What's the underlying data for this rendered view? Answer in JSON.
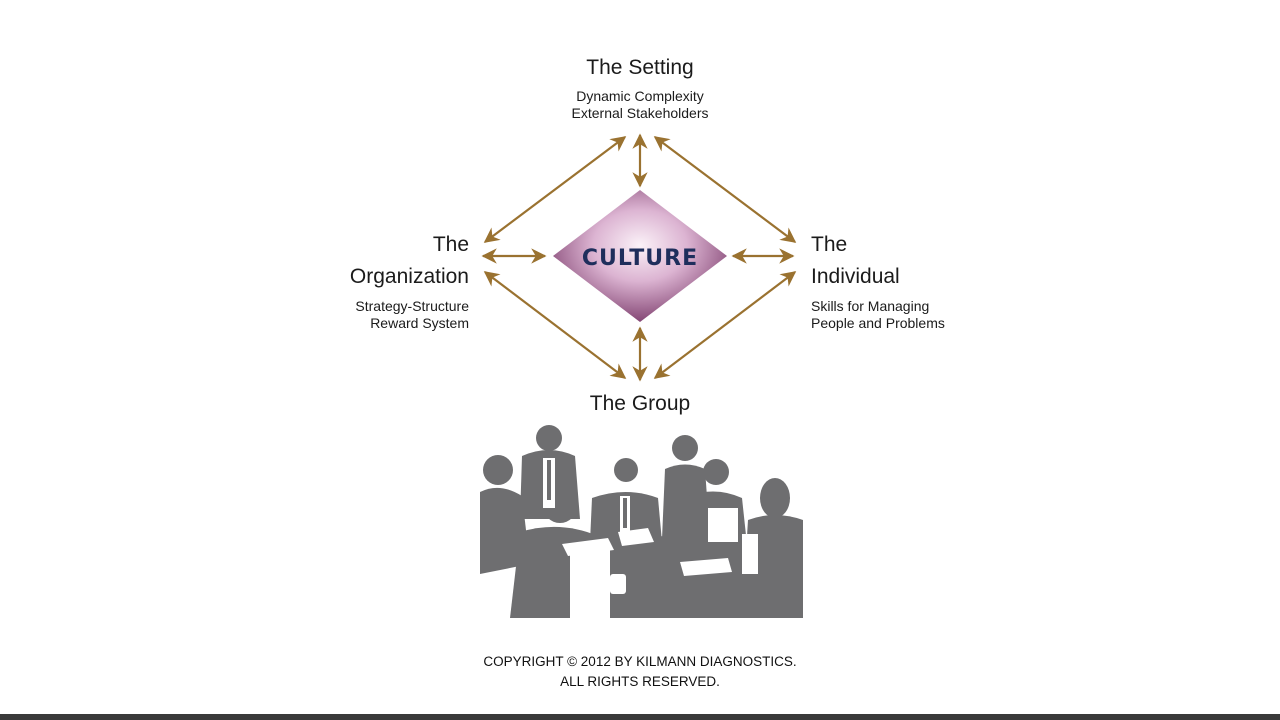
{
  "nodes": {
    "setting": {
      "title": "The Setting",
      "lines": [
        "Dynamic Complexity",
        "External Stakeholders"
      ]
    },
    "organization": {
      "title_line1": "The",
      "title_line2": "Organization",
      "lines": [
        "Strategy-Structure",
        "Reward System"
      ]
    },
    "individual": {
      "title_line1": "The",
      "title_line2": "Individual",
      "lines": [
        "Skills for Managing",
        "People and Problems"
      ]
    },
    "group": {
      "title": "The Group"
    },
    "center": {
      "label": "CULTURE"
    }
  },
  "footer": {
    "copyright_line1": "COPYRIGHT © 2012 BY KILMANN DIAGNOSTICS.",
    "copyright_line2": "ALL RIGHTS RESERVED."
  },
  "colors": {
    "arrow": "#9a7230",
    "culture_text": "#1e2e5c",
    "diamond_light": "#fbf2f8",
    "diamond_dark": "#7e3f6e",
    "illustration": "#6e6e70"
  }
}
